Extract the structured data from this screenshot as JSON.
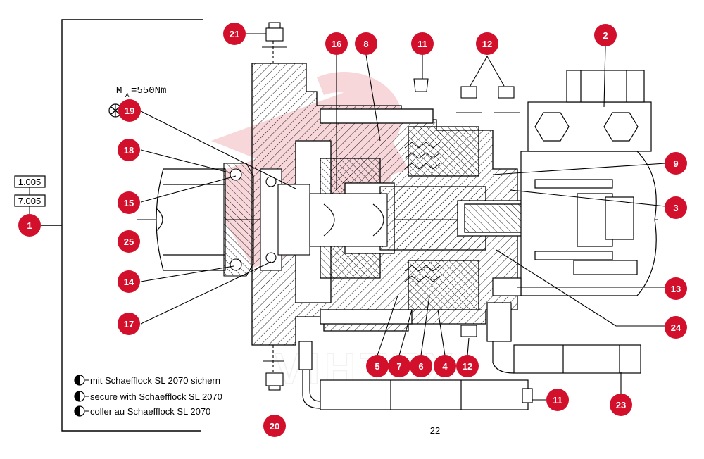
{
  "watermark": "VIHTEX",
  "torque_label": "M",
  "torque_sub": "A",
  "torque_value": "=550Nm",
  "ref_boxes": [
    "1.005",
    "7.005"
  ],
  "bottom_label": "22",
  "notes": [
    "mit Schaefflock SL 2070 sichern",
    "secure with Schaefflock SL 2070",
    "coller au Schaefflock SL 2070"
  ],
  "callouts": [
    {
      "id": "c1",
      "label": "1"
    },
    {
      "id": "c2",
      "label": "2"
    },
    {
      "id": "c3",
      "label": "3"
    },
    {
      "id": "c4",
      "label": "4"
    },
    {
      "id": "c5",
      "label": "5"
    },
    {
      "id": "c6",
      "label": "6"
    },
    {
      "id": "c7",
      "label": "7"
    },
    {
      "id": "c8",
      "label": "8"
    },
    {
      "id": "c9",
      "label": "9"
    },
    {
      "id": "c11a",
      "label": "11"
    },
    {
      "id": "c11b",
      "label": "11"
    },
    {
      "id": "c12a",
      "label": "12"
    },
    {
      "id": "c12b",
      "label": "12"
    },
    {
      "id": "c13",
      "label": "13"
    },
    {
      "id": "c14",
      "label": "14"
    },
    {
      "id": "c15",
      "label": "15"
    },
    {
      "id": "c16",
      "label": "16"
    },
    {
      "id": "c17",
      "label": "17"
    },
    {
      "id": "c18",
      "label": "18"
    },
    {
      "id": "c19",
      "label": "19"
    },
    {
      "id": "c20",
      "label": "20"
    },
    {
      "id": "c21",
      "label": "21"
    },
    {
      "id": "c23",
      "label": "23"
    },
    {
      "id": "c24",
      "label": "24"
    },
    {
      "id": "c25",
      "label": "25"
    }
  ],
  "colors": {
    "callout_fill": "#d3102b",
    "line": "#000000",
    "watermark": "#f2b8bd"
  }
}
